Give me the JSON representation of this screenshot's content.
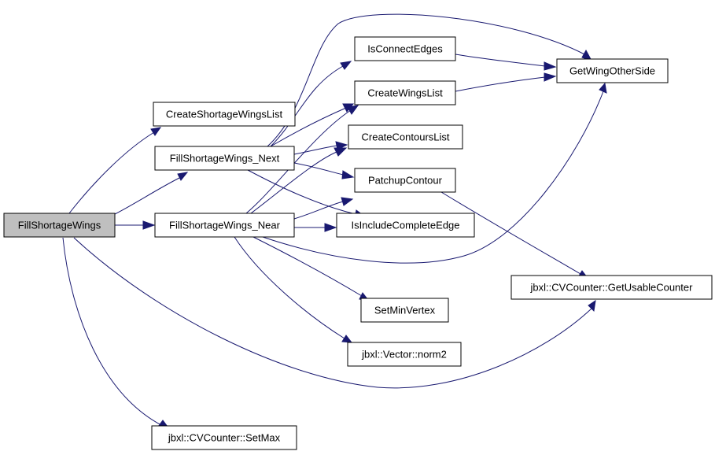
{
  "graph": {
    "nodes": {
      "fsw": {
        "label": "FillShortageWings",
        "variant": "current"
      },
      "cswl": {
        "label": "CreateShortageWingsList",
        "variant": "normal"
      },
      "next": {
        "label": "FillShortageWings_Next",
        "variant": "normal"
      },
      "near": {
        "label": "FillShortageWings_Near",
        "variant": "normal"
      },
      "setmax": {
        "label": "jbxl::CVCounter::SetMax",
        "variant": "normal"
      },
      "ice": {
        "label": "IsConnectEdges",
        "variant": "normal"
      },
      "cwl": {
        "label": "CreateWingsList",
        "variant": "normal"
      },
      "ccl": {
        "label": "CreateContoursList",
        "variant": "normal"
      },
      "pc": {
        "label": "PatchupContour",
        "variant": "highlight"
      },
      "ince": {
        "label": "IsIncludeCompleteEdge",
        "variant": "normal"
      },
      "smv": {
        "label": "SetMinVertex",
        "variant": "normal"
      },
      "norm2": {
        "label": "jbxl::Vector::norm2",
        "variant": "normal"
      },
      "gwos": {
        "label": "GetWingOtherSide",
        "variant": "normal"
      },
      "guc": {
        "label": "jbxl::CVCounter::GetUsableCounter",
        "variant": "normal"
      }
    },
    "edges": [
      {
        "from": "fsw",
        "to": "cswl"
      },
      {
        "from": "fsw",
        "to": "next"
      },
      {
        "from": "fsw",
        "to": "near"
      },
      {
        "from": "fsw",
        "to": "guc"
      },
      {
        "from": "fsw",
        "to": "setmax"
      },
      {
        "from": "next",
        "to": "ice"
      },
      {
        "from": "next",
        "to": "cwl"
      },
      {
        "from": "next",
        "to": "ccl"
      },
      {
        "from": "next",
        "to": "pc"
      },
      {
        "from": "next",
        "to": "ince"
      },
      {
        "from": "next",
        "to": "gwos"
      },
      {
        "from": "near",
        "to": "cwl"
      },
      {
        "from": "near",
        "to": "ccl"
      },
      {
        "from": "near",
        "to": "pc"
      },
      {
        "from": "near",
        "to": "ince"
      },
      {
        "from": "near",
        "to": "smv"
      },
      {
        "from": "near",
        "to": "norm2"
      },
      {
        "from": "near",
        "to": "gwos"
      },
      {
        "from": "ice",
        "to": "gwos"
      },
      {
        "from": "cwl",
        "to": "gwos"
      },
      {
        "from": "pc",
        "to": "guc"
      }
    ],
    "colors": {
      "edge": "#191970",
      "node_fill": "#ffffff",
      "node_border": "#000000",
      "current_fill": "#bfbfbf",
      "highlight_border": "#ff0000",
      "text": "#000000"
    }
  }
}
